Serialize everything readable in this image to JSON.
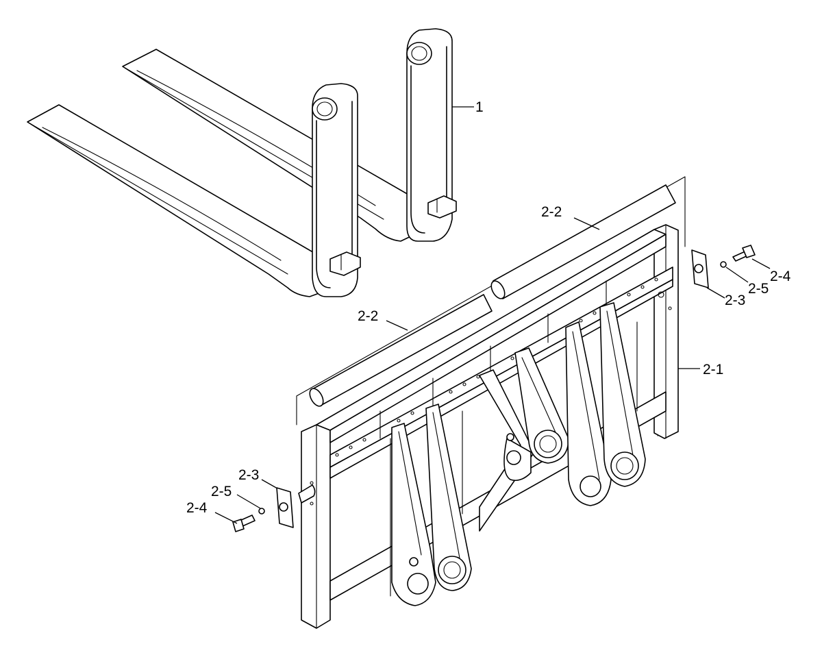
{
  "callouts": {
    "fork": "1",
    "rod_upper": "2-2",
    "rod_lower": "2-2",
    "frame": "2-1",
    "plate_right": "2-3",
    "washer_right": "2-5",
    "bolt_right": "2-4",
    "plate_left": "2-3",
    "washer_left": "2-5",
    "bolt_left": "2-4"
  }
}
